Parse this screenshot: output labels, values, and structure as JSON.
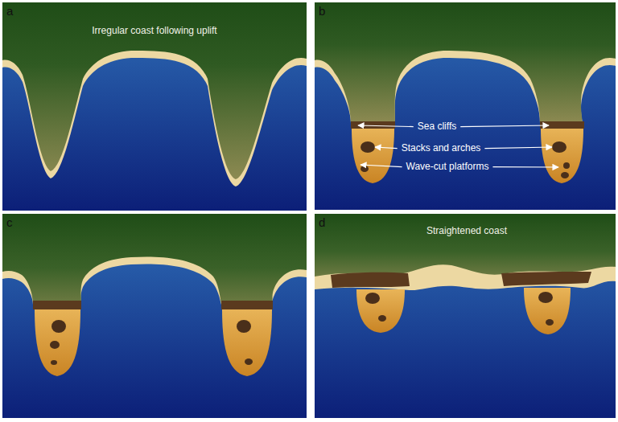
{
  "diagram": {
    "labels": [
      "a",
      "Irregular coast following uplift",
      "b",
      "Sea cliffs",
      "Stacks and arches",
      "Wave-cut platforms",
      "c",
      "d",
      "Straightened coast"
    ]
  }
}
